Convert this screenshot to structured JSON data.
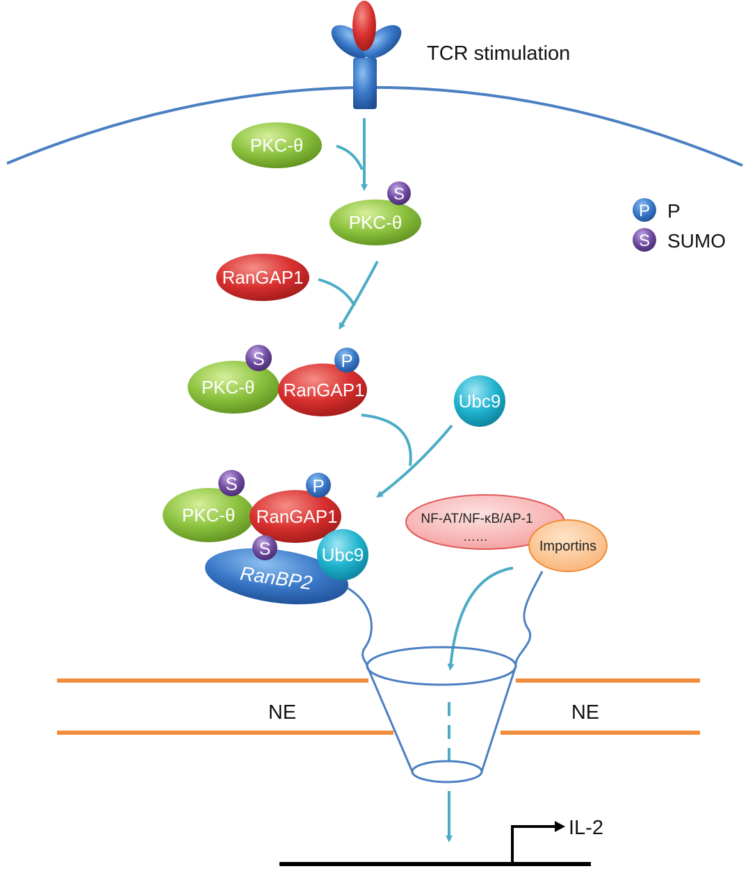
{
  "labels": {
    "tcr": "TCR stimulation",
    "pkc": "PKC-θ",
    "rangap": "RanGAP1",
    "ubc9": "Ubc9",
    "ranbp2": "RanBP2",
    "nf": "NF-AT/NF-κB/AP-1",
    "dots": "……",
    "importins": "Importins",
    "ne": "NE",
    "il2": "IL-2",
    "p_badge": "P",
    "s_badge": "S"
  },
  "legend": [
    {
      "badge": "P",
      "label": "P"
    },
    {
      "badge": "S",
      "label": "SUMO"
    }
  ],
  "colors": {
    "membrane": "#4a7fc1",
    "arrow": "#4bacc6",
    "green": "#8cc23f",
    "red": "#d8302f",
    "blue": "#3a78c8",
    "purple": "#6f4a9e",
    "cyan": "#1fb3cf",
    "orange": "#f28c3b",
    "pink": "#f7a0a0",
    "peach": "#fbb87a"
  }
}
